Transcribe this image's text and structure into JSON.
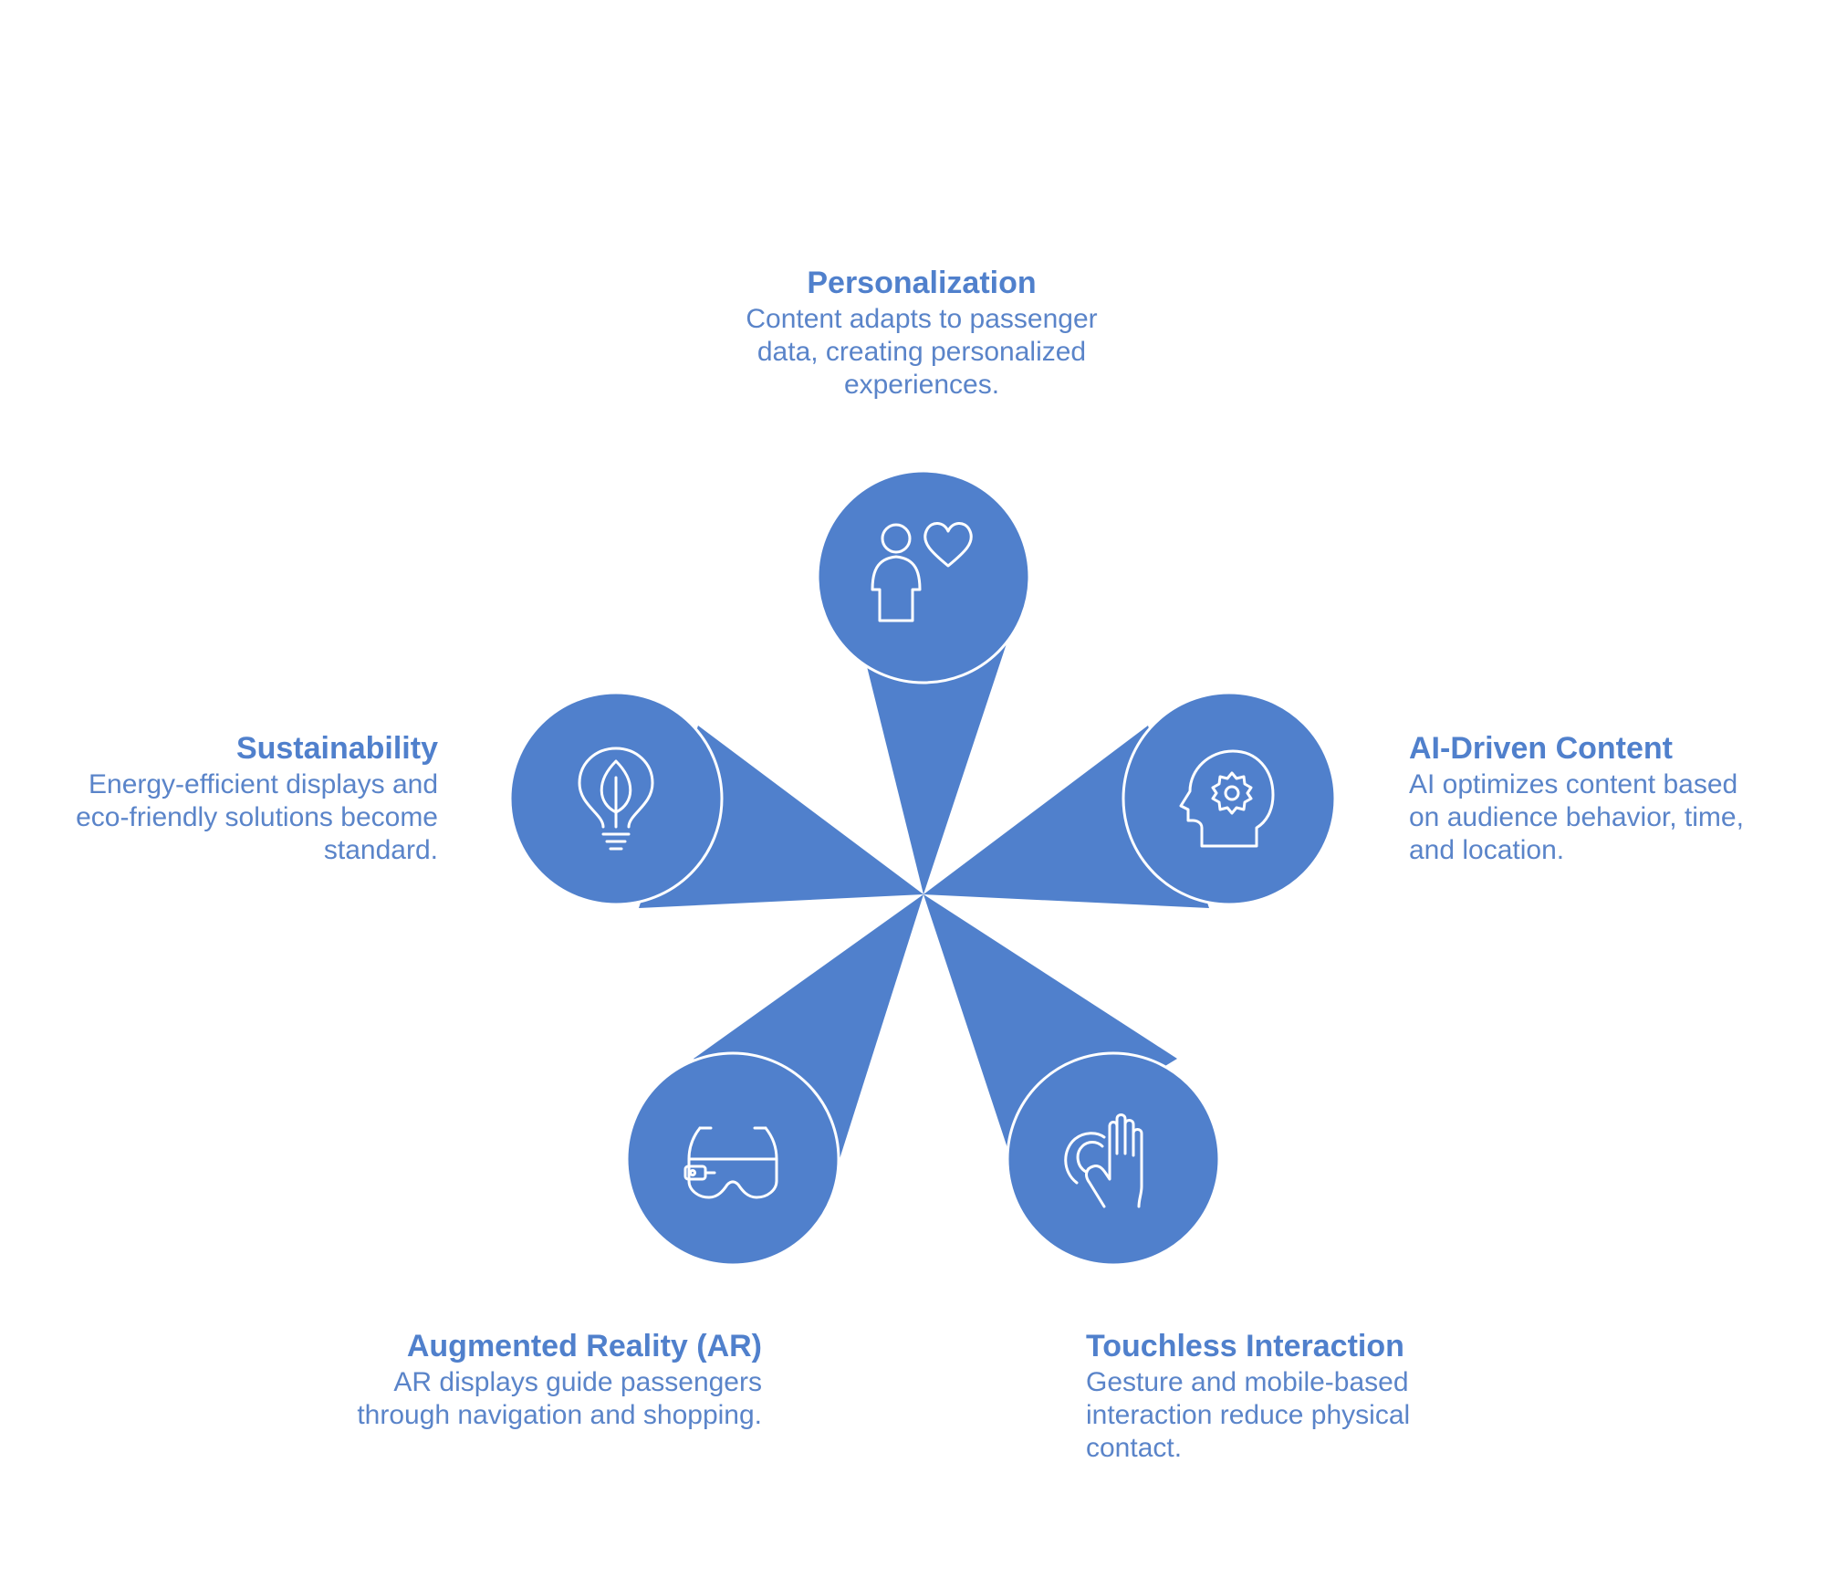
{
  "colors": {
    "accent": "#5080CC",
    "title": "#5080CC",
    "text": "#5A84C9",
    "icon": "#FFFFFF",
    "background": "#FFFFFF"
  },
  "items": [
    {
      "title": "Personalization",
      "description": "Content adapts to passenger data, creating personalized experiences.",
      "icon": "person-heart-icon"
    },
    {
      "title": "AI-Driven Content",
      "description": "AI optimizes content based on audience behavior, time, and location.",
      "icon": "head-gear-icon"
    },
    {
      "title": "Touchless Interaction",
      "description": "Gesture and mobile-based interaction reduce physical contact.",
      "icon": "hand-wave-icon"
    },
    {
      "title": "Augmented Reality (AR)",
      "description": "AR displays guide passengers through navigation and shopping.",
      "icon": "ar-glasses-icon"
    },
    {
      "title": "Sustainability",
      "description": "Energy-efficient displays and eco-friendly solutions become standard.",
      "icon": "leaf-bulb-icon"
    }
  ]
}
